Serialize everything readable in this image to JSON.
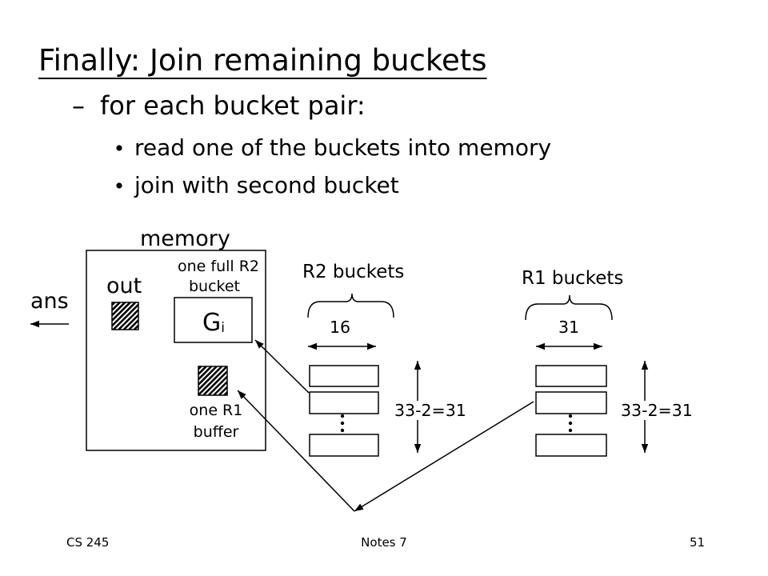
{
  "slide": {
    "title": "Finally: Join remaining buckets",
    "subpoint": {
      "dash": "–",
      "text": "for each bucket pair:"
    },
    "bullets": [
      "read one of the buckets into memory",
      "join with second bucket"
    ]
  },
  "diagram": {
    "memory_label": "memory",
    "out_label": "out",
    "ans_label": "ans",
    "r2_note": [
      "one full R2",
      "bucket"
    ],
    "gi": {
      "main": "G",
      "sub": "i"
    },
    "r1_note": [
      "one R1",
      "buffer"
    ],
    "r2_buckets": {
      "label": "R2 buckets",
      "count": "16",
      "height": "33-2=31"
    },
    "r1_buckets": {
      "label": "R1 buckets",
      "count": "31",
      "height": "33-2=31"
    }
  },
  "footer": {
    "course": "CS 245",
    "notes": "Notes 7",
    "page": "51"
  }
}
